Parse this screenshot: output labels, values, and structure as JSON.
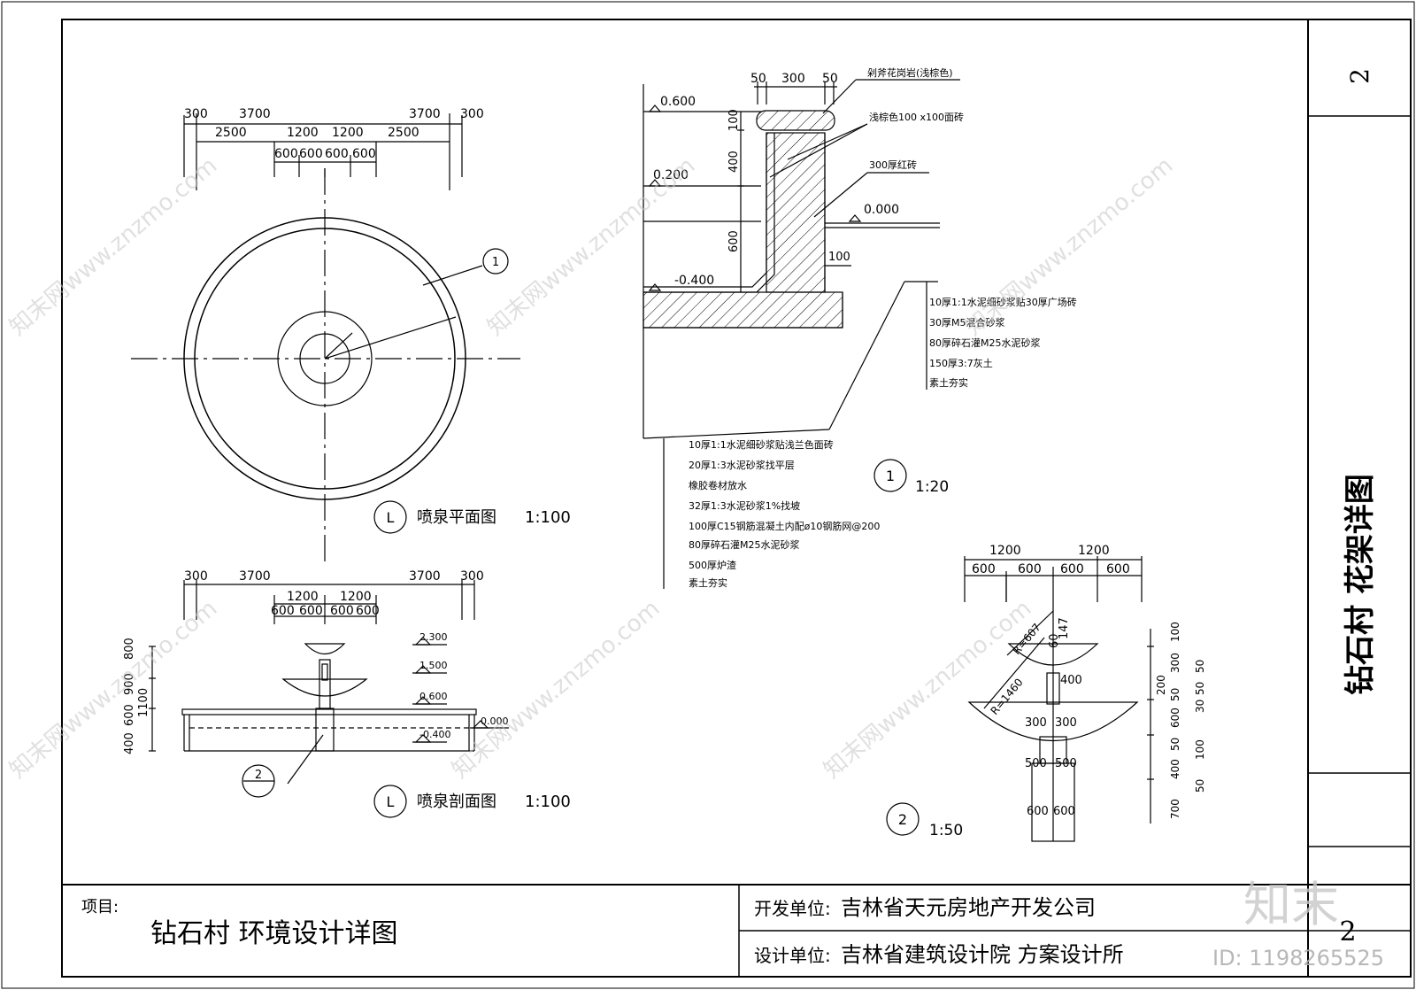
{
  "sheet": {
    "number": "2",
    "side_title": "钻石村 花架详图",
    "footer_number": "2"
  },
  "title_block": {
    "project_label": "项目:",
    "project_name": "钻石村  环境设计详图",
    "developer_label": "开发单位:",
    "developer": "吉林省天元房地产开发公司",
    "designer_label": "设计单位:",
    "designer": "吉林省建筑设计院    方案设计所"
  },
  "plan": {
    "title": "喷泉平面图",
    "scale": "1:100",
    "marker": "L",
    "callout": "1",
    "dims_row1": [
      "300",
      "3700",
      "3700",
      "300"
    ],
    "dims_row2": [
      "2500",
      "1200",
      "1200",
      "2500"
    ],
    "dims_row3": [
      "600",
      "600",
      "600",
      "600"
    ]
  },
  "section": {
    "title": "喷泉剖面图",
    "scale": "1:100",
    "marker": "L",
    "callout": "2",
    "dims_row1": [
      "300",
      "3700",
      "3700",
      "300"
    ],
    "dims_row2": [
      "1200",
      "1200"
    ],
    "dims_row3": [
      "600",
      "600",
      "600",
      "600"
    ],
    "left_dims": [
      "800",
      "900",
      "600",
      "400",
      "1100"
    ],
    "levels": [
      "2.300",
      "1.500",
      "0.600",
      "0.000",
      "-0.400"
    ]
  },
  "detail1": {
    "number": "1",
    "scale": "1:20",
    "top_dims": [
      "50",
      "300",
      "50"
    ],
    "levels": [
      "0.600",
      "0.200",
      "0.000",
      "-0.400"
    ],
    "vert_dims": [
      "100",
      "400",
      "600"
    ],
    "dim_100": "100",
    "labels_top": [
      "剁斧花岗岩(浅棕色)",
      "浅棕色100 x100面砖",
      "300厚红砖"
    ],
    "right_layers": [
      "10厚1:1水泥细砂浆贴30厚广场砖",
      "30厚M5混合砂浆",
      "80厚碎石灌M25水泥砂浆",
      "150厚3:7灰土",
      "素土夯实"
    ],
    "bottom_layers": [
      "10厚1:1水泥细砂浆贴浅兰色面砖",
      "20厚1:3水泥砂浆找平层",
      "橡胶卷材放水",
      "32厚1:3水泥砂浆1%找坡",
      "100厚C15钢筋混凝土内配ø10钢筋网@200",
      "80厚碎石灌M25水泥砂浆",
      "500厚炉渣",
      "素土夯实"
    ]
  },
  "detail2": {
    "number": "2",
    "scale": "1:50",
    "top_dims": [
      "1200",
      "1200"
    ],
    "sub_dims": [
      "600",
      "600",
      "600",
      "600"
    ],
    "radius_labels": [
      "R=607",
      "R=1460"
    ],
    "inner_labels": [
      "60",
      "147",
      "400",
      "300",
      "300",
      "500",
      "500",
      "600",
      "600"
    ],
    "right_dims_a": [
      "100",
      "300",
      "200",
      "50",
      "600",
      "50",
      "400",
      "700"
    ],
    "right_dims_b": [
      "50",
      "50",
      "30",
      "100",
      "50"
    ]
  },
  "watermark": {
    "text": "知末网www.znzmo.com",
    "logo": "知末",
    "id": "ID: 1198265525"
  }
}
